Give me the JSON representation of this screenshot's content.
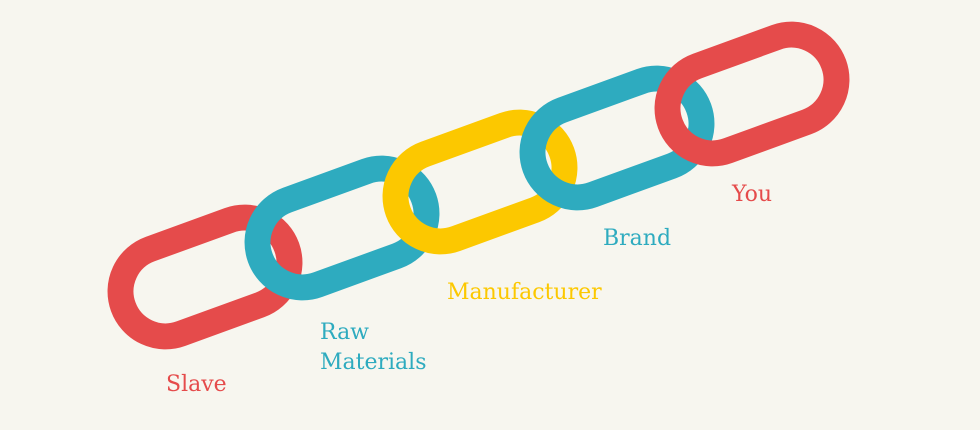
{
  "colors": {
    "red": "#e54b4b",
    "blue": "#2eabbf",
    "yellow": "#fcc800"
  },
  "links": [
    {
      "label": "Slave",
      "color": "red"
    },
    {
      "label": "Raw Materials",
      "color": "blue"
    },
    {
      "label": "Manufacturer",
      "color": "yellow"
    },
    {
      "label": "Brand",
      "color": "blue"
    },
    {
      "label": "You",
      "color": "red"
    }
  ],
  "labels": {
    "slave": "Slave",
    "raw": "Raw",
    "materials": "Materials",
    "manufacturer": "Manufacturer",
    "brand": "Brand",
    "you": "You"
  }
}
